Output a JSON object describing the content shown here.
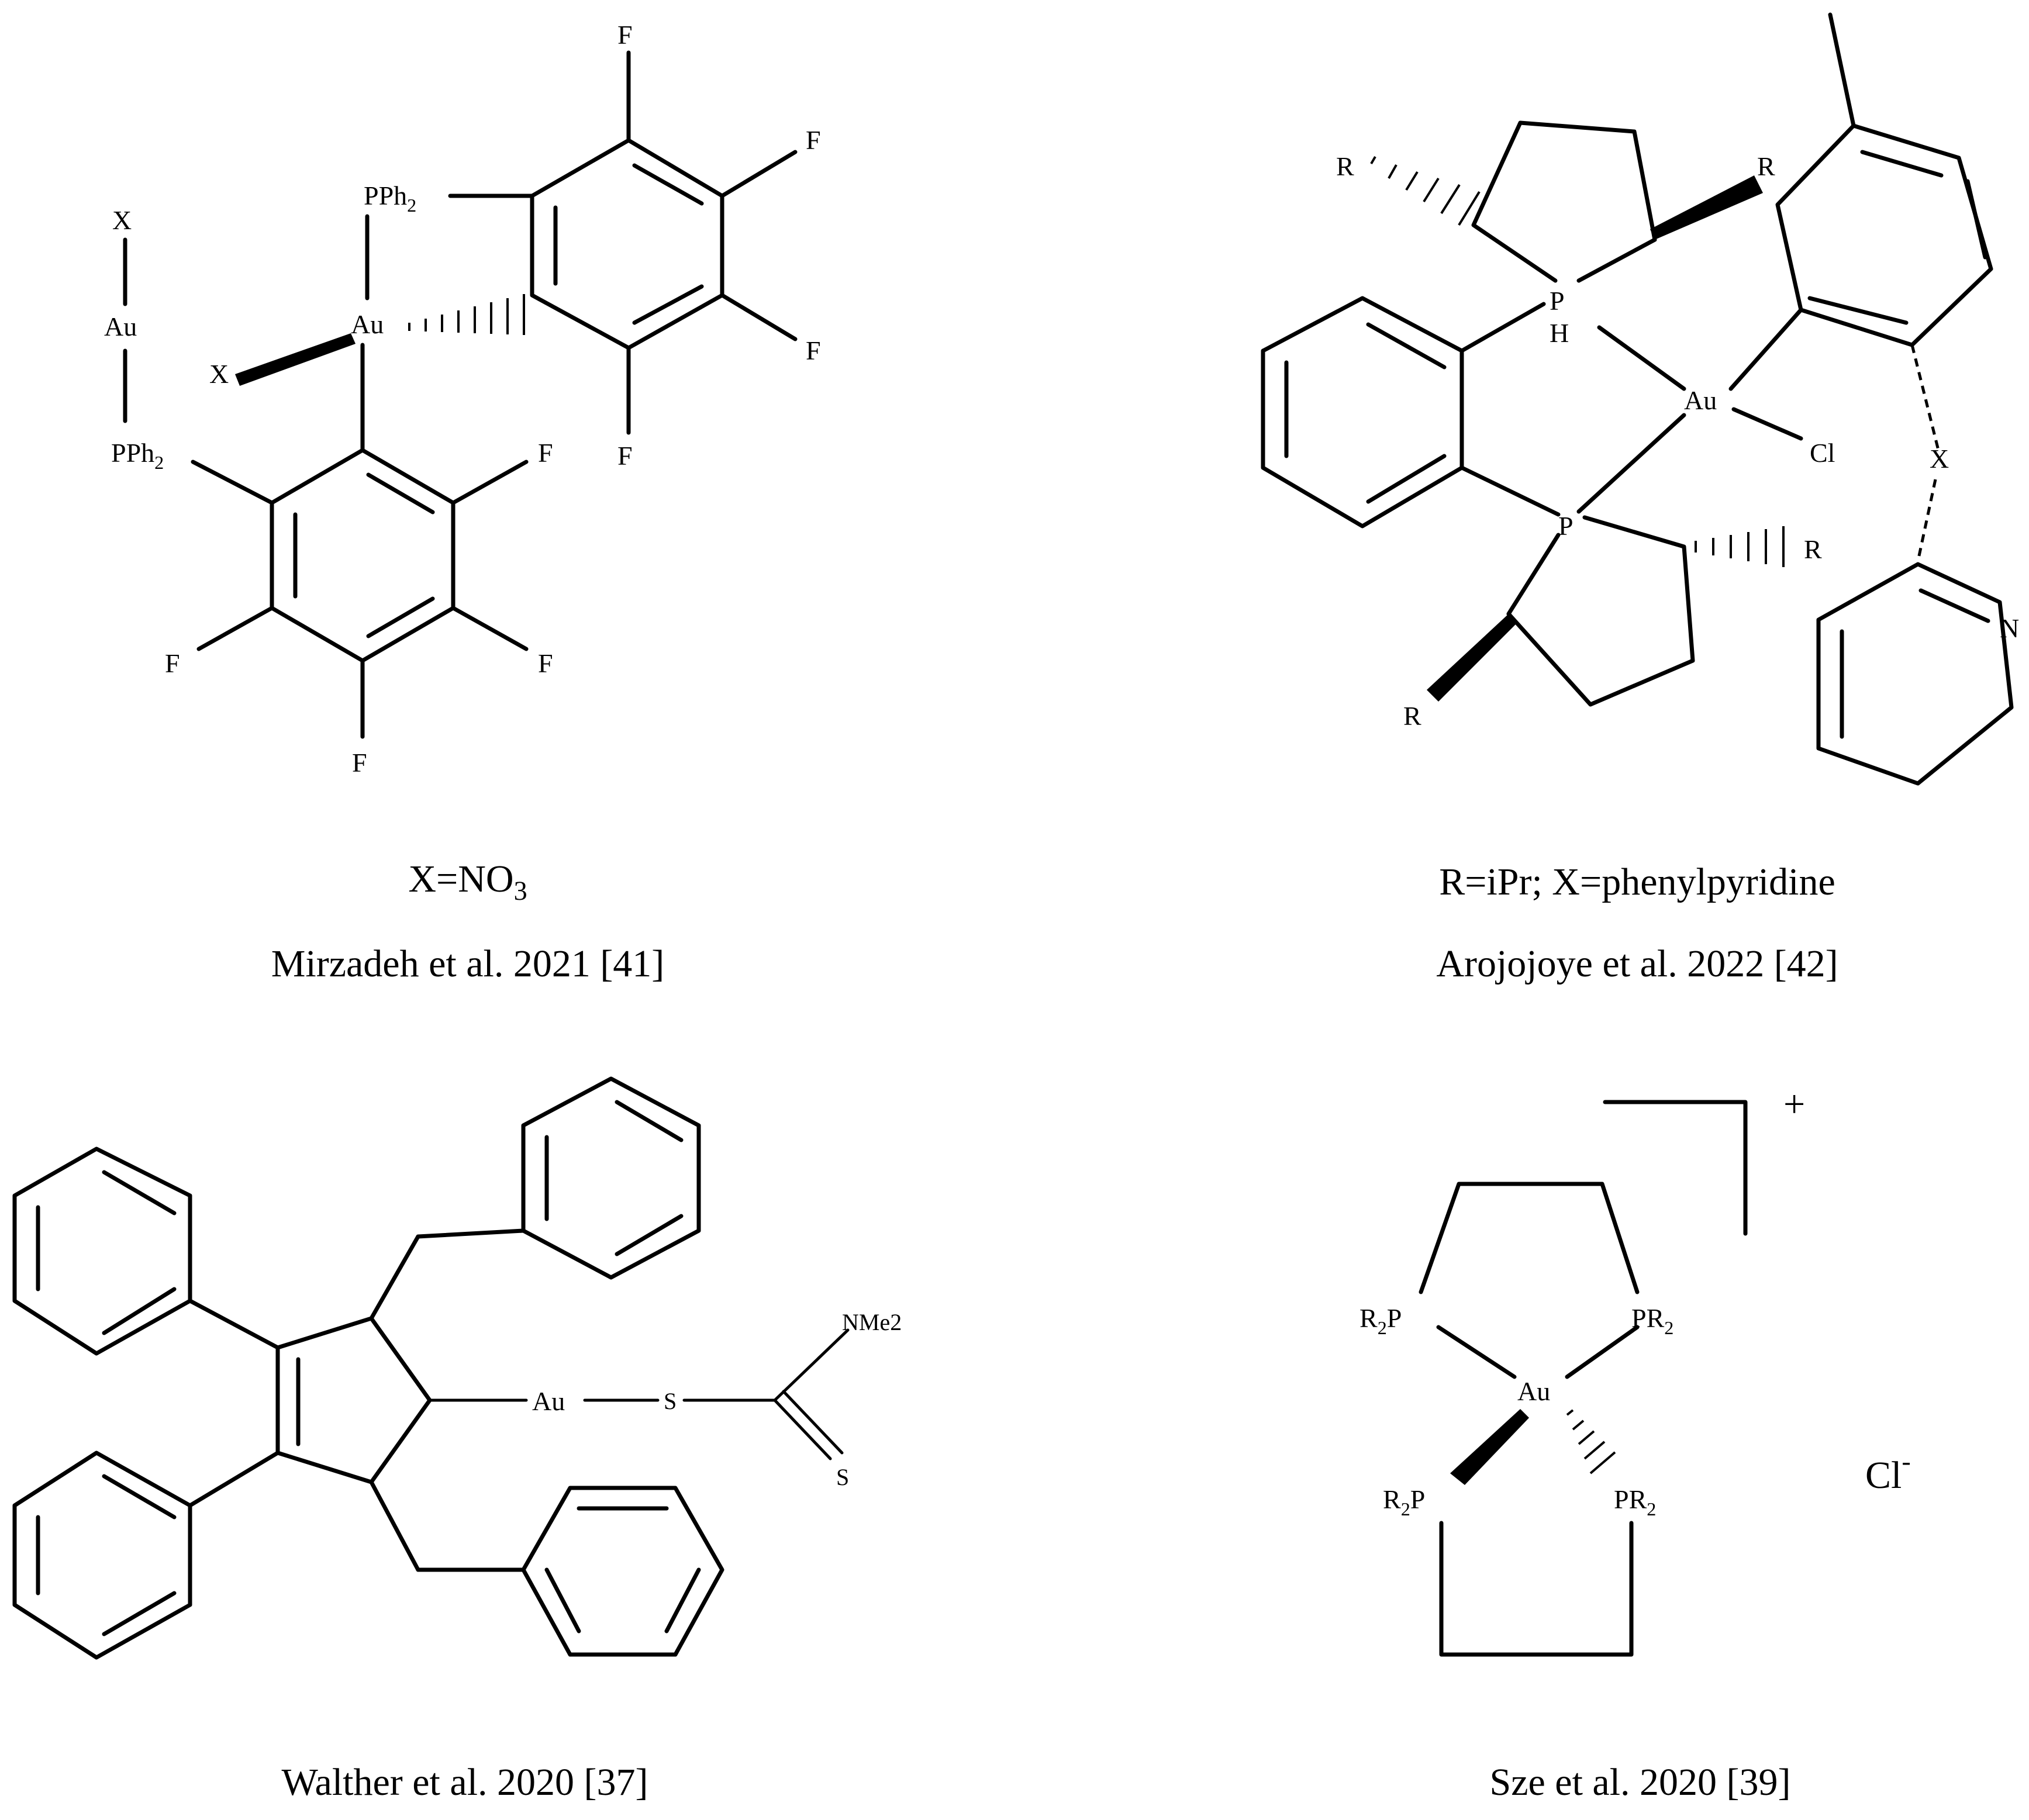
{
  "panels": [
    {
      "id": "top-left",
      "note": "X=NO",
      "note_sub": "3",
      "citation": "Mirzadeh et al. 2021 [41]",
      "atoms": {
        "x_top": "X",
        "au_left": "Au",
        "pph2_left": "PPh",
        "pph2_left_sub": "2",
        "pph2_top": "PPh",
        "pph2_top_sub": "2",
        "au_center": "Au",
        "x_wedge": "X",
        "f": "F"
      }
    },
    {
      "id": "top-right",
      "note": "R=iPr; X=phenylpyridine",
      "citation": "Arojojoye et al. 2022 [42]",
      "atoms": {
        "r": "R",
        "p": "P",
        "h": "H",
        "au": "Au",
        "cl": "Cl",
        "x": "X",
        "n": "N"
      }
    },
    {
      "id": "bottom-left",
      "citation": "Walther et al. 2020 [37]",
      "atoms": {
        "au": "Au",
        "s1": "S",
        "s2": "S",
        "nme2": "NMe2"
      }
    },
    {
      "id": "bottom-right",
      "citation": "Sze et al. 2020 [39]",
      "atoms": {
        "r2p_tl": "R",
        "r2p_tl_sub": "2",
        "r2p_tl_p": "P",
        "pr2_tr": "PR",
        "pr2_tr_sub": "2",
        "au": "Au",
        "r2p_bl": "R",
        "r2p_bl_sub": "2",
        "r2p_bl_p": "P",
        "pr2_br": "PR",
        "pr2_br_sub": "2",
        "charge": "+",
        "counterion": "Cl",
        "counterion_charge": "-"
      }
    }
  ]
}
